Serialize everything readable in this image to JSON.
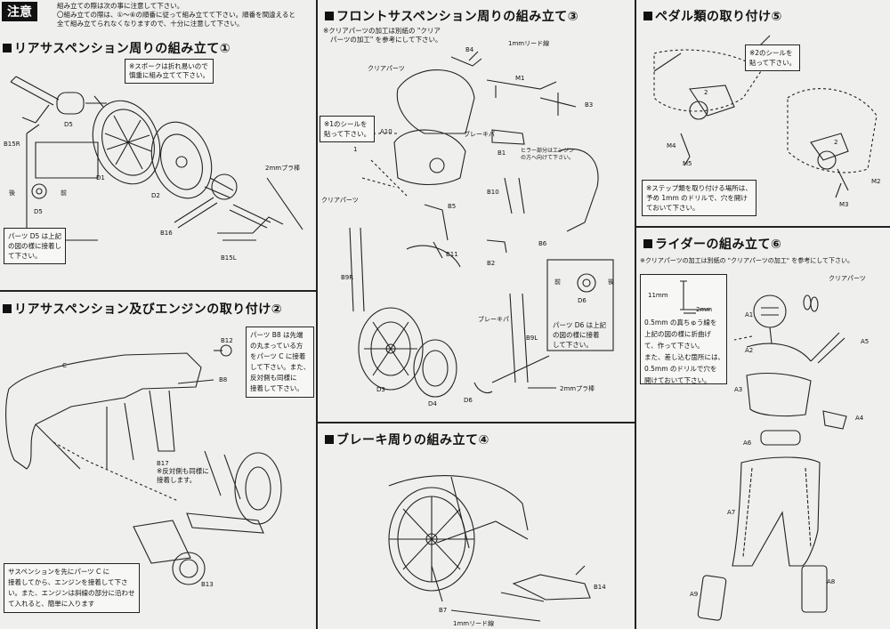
{
  "header": {
    "badge": "注意",
    "lines": [
      "組み立ての際は次の事に注意して下さい。",
      "〇組み立ての際は、①～⑥の順番に従って組み立てて下さい。順番を間違えると",
      "全て組み立てられなくなりますので、十分に注意して下さい。"
    ]
  },
  "step1": {
    "title": "リアサスペンション周りの組み立て①",
    "note": [
      "※スポークは折れ易いので",
      "慎重に組み立てて下さい。"
    ],
    "side_labels": [
      "後",
      "前"
    ],
    "box": [
      "パーツ D5 は上記",
      "の図の様に接着し",
      "て下さい。"
    ],
    "parts": [
      "B15R",
      "D5",
      "D1",
      "D2",
      "B16",
      "2mmプラ棒",
      "B15L",
      "D5"
    ]
  },
  "step2": {
    "title": "リアサスペンション及びエンジンの取り付け②",
    "box": [
      "パーツ B8 は先端",
      "の丸まっている方",
      "をパーツ C に接着",
      "して下さい。また、",
      "反対側も同様に",
      "接着して下さい。"
    ],
    "note_b17": [
      "※反対側も同様に",
      "接着します。"
    ],
    "bottom_box": [
      "サスペンションを先にパーツ C に",
      "接着してから、エンジンを接着して下さ",
      "い。また、エンジンは斜線の部分に沿わせ",
      "て入れると、簡単に入ります"
    ],
    "parts": [
      "B12",
      "B8",
      "B8",
      "C",
      "B17",
      "B13"
    ]
  },
  "step3": {
    "title": "フロントサスペンション周りの組み立て③",
    "note": [
      "※クリアパーツの加工は別紙の \"クリア",
      "パーツの加工\" を参考にして下さい。"
    ],
    "seal_box": [
      "※1のシールを",
      "貼って下さい。"
    ],
    "lead": "1mmリード線",
    "lamp_note": [
      "ヒラー部分はエンジン",
      "の方へ向けて下さい。"
    ],
    "side_labels": [
      "前",
      "後"
    ],
    "d6_box": [
      "パーツ D6 は上記",
      "の図の様に接着",
      "して下さい。"
    ],
    "rod": "2mmプラ棒",
    "parts": [
      "クリアパーツ",
      "B4",
      "M1",
      "B3",
      "A10",
      "ブレーキパ",
      "B1",
      "B10",
      "クリアパーツ",
      "B5",
      "B11",
      "B2",
      "B6",
      "B9R",
      "ブレーキパ",
      "B9L",
      "D3",
      "D4",
      "D6",
      "D6",
      "1"
    ]
  },
  "step4": {
    "title": "ブレーキ周りの組み立て④",
    "lead": "1mmリード線",
    "parts": [
      "B7",
      "B14"
    ]
  },
  "step5": {
    "title": "ペダル類の取り付け⑤",
    "note": [
      "※2のシールを",
      "貼って下さい。"
    ],
    "box": [
      "※ステップ類を取り付ける場所は、",
      "予め 1mm のドリルで、穴を開け",
      "ておいて下さい。"
    ],
    "parts": [
      "M4",
      "M5",
      "M2",
      "M3",
      "2",
      "2"
    ]
  },
  "step6": {
    "title": "ライダーの組み立て⑥",
    "note": "※クリアパーツの加工は別紙の \"クリアパーツの加工\" を参考にして下さい。",
    "clear": "クリアパーツ",
    "dim_11": "11mm",
    "dim_2": "2mm",
    "box": [
      "0.5mm の真ちゅう線を",
      "上記の図の様に折曲げ",
      "て、作って下さい。",
      "また、差し込む箇所には、",
      "0.5mm のドリルで穴を",
      "開けておいて下さい。"
    ],
    "parts": [
      "A1",
      "A2",
      "A5",
      "A3",
      "A4",
      "A6",
      "A7",
      "A9",
      "A8"
    ]
  }
}
